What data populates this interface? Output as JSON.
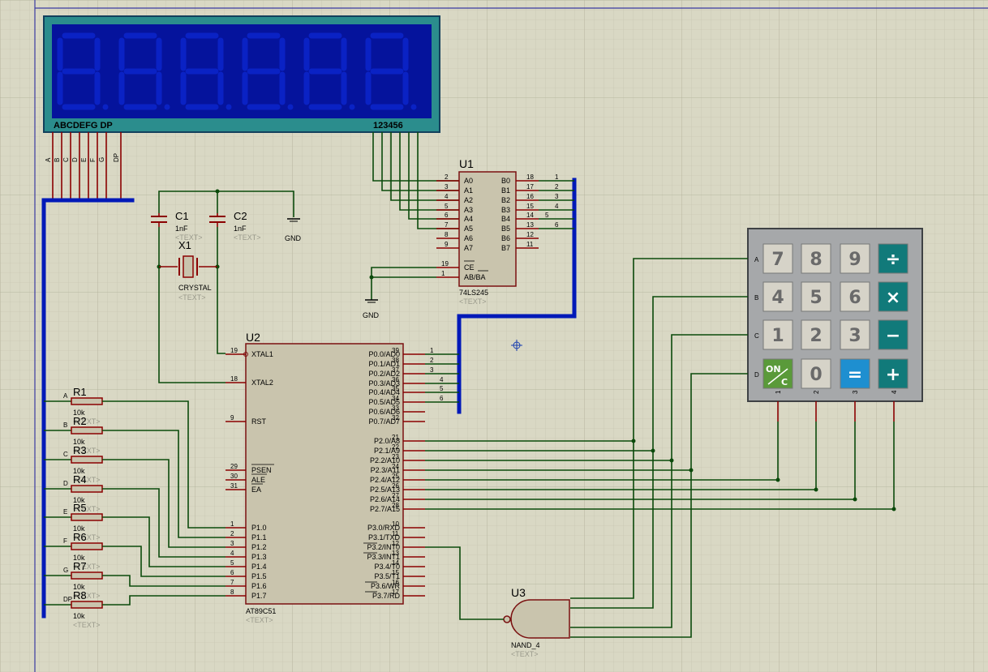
{
  "display": {
    "segment_label": "ABCDEFG DP",
    "digit_label": "123456",
    "pin_labels": [
      "A",
      "B",
      "C",
      "D",
      "E",
      "F",
      "G",
      "DP"
    ]
  },
  "u1": {
    "ref": "U1",
    "part": "74LS245",
    "text": "<TEXT>",
    "left_pins": [
      {
        "num": "2",
        "name": "A0"
      },
      {
        "num": "3",
        "name": "A1"
      },
      {
        "num": "4",
        "name": "A2"
      },
      {
        "num": "5",
        "name": "A3"
      },
      {
        "num": "6",
        "name": "A4"
      },
      {
        "num": "7",
        "name": "A5"
      },
      {
        "num": "8",
        "name": "A6"
      },
      {
        "num": "9",
        "name": "A7"
      }
    ],
    "right_pins": [
      {
        "num": "18",
        "name": "B0",
        "net": "1"
      },
      {
        "num": "17",
        "name": "B1",
        "net": "2"
      },
      {
        "num": "16",
        "name": "B2",
        "net": "3"
      },
      {
        "num": "15",
        "name": "B3",
        "net": "4"
      },
      {
        "num": "14",
        "name": "B4",
        "net": "5"
      },
      {
        "num": "13",
        "name": "B5",
        "net": "6"
      },
      {
        "num": "12",
        "name": "B6",
        "net": ""
      },
      {
        "num": "11",
        "name": "B7",
        "net": ""
      }
    ],
    "ctrl_pins": [
      {
        "num": "19",
        "name": "CE"
      },
      {
        "num": "1",
        "name": "AB/BA"
      }
    ]
  },
  "c1": {
    "ref": "C1",
    "value": "1nF",
    "text": "<TEXT>"
  },
  "c2": {
    "ref": "C2",
    "value": "1nF",
    "text": "<TEXT>"
  },
  "x1": {
    "ref": "X1",
    "value": "CRYSTAL",
    "text": "<TEXT>"
  },
  "gnd_label": "GND",
  "u2": {
    "ref": "U2",
    "part": "AT89C51",
    "text": "<TEXT>",
    "left_pins": [
      {
        "num": "19",
        "name": "XTAL1"
      },
      {
        "num": "18",
        "name": "XTAL2"
      },
      {
        "num": "9",
        "name": "RST"
      },
      {
        "num": "29",
        "name": "PSEN"
      },
      {
        "num": "30",
        "name": "ALE"
      },
      {
        "num": "31",
        "name": "EA"
      },
      {
        "num": "1",
        "name": "P1.0"
      },
      {
        "num": "2",
        "name": "P1.1"
      },
      {
        "num": "3",
        "name": "P1.2"
      },
      {
        "num": "4",
        "name": "P1.3"
      },
      {
        "num": "5",
        "name": "P1.4"
      },
      {
        "num": "6",
        "name": "P1.5"
      },
      {
        "num": "7",
        "name": "P1.6"
      },
      {
        "num": "8",
        "name": "P1.7"
      }
    ],
    "right_pins": [
      {
        "num": "39",
        "name": "P0.0/AD0",
        "net": "1"
      },
      {
        "num": "38",
        "name": "P0.1/AD1",
        "net": "2"
      },
      {
        "num": "37",
        "name": "P0.2/AD2",
        "net": "3"
      },
      {
        "num": "36",
        "name": "P0.3/AD3",
        "net": "4"
      },
      {
        "num": "35",
        "name": "P0.4/AD4",
        "net": "5"
      },
      {
        "num": "34",
        "name": "P0.5/AD5",
        "net": "6"
      },
      {
        "num": "33",
        "name": "P0.6/AD6",
        "net": ""
      },
      {
        "num": "32",
        "name": "P0.7/AD7",
        "net": ""
      },
      {
        "num": "21",
        "name": "P2.0/A8",
        "net": ""
      },
      {
        "num": "22",
        "name": "P2.1/A9",
        "net": ""
      },
      {
        "num": "23",
        "name": "P2.2/A10",
        "net": ""
      },
      {
        "num": "24",
        "name": "P2.3/A11",
        "net": ""
      },
      {
        "num": "25",
        "name": "P2.4/A12",
        "net": ""
      },
      {
        "num": "26",
        "name": "P2.5/A13",
        "net": ""
      },
      {
        "num": "27",
        "name": "P2.6/A14",
        "net": ""
      },
      {
        "num": "28",
        "name": "P2.7/A15",
        "net": ""
      },
      {
        "num": "10",
        "name": "P3.0/RXD",
        "net": ""
      },
      {
        "num": "11",
        "name": "P3.1/TXD",
        "net": ""
      },
      {
        "num": "12",
        "name": "P3.2/INT0",
        "net": ""
      },
      {
        "num": "13",
        "name": "P3.3/INT1",
        "net": ""
      },
      {
        "num": "14",
        "name": "P3.4/T0",
        "net": ""
      },
      {
        "num": "15",
        "name": "P3.5/T1",
        "net": ""
      },
      {
        "num": "16",
        "name": "P3.6/WR",
        "net": ""
      },
      {
        "num": "17",
        "name": "P3.7/RD",
        "net": ""
      }
    ]
  },
  "resistors": [
    {
      "ref": "R1",
      "value": "10k",
      "net": "A",
      "text": "<TEXT>"
    },
    {
      "ref": "R2",
      "value": "10k",
      "net": "B",
      "text": "<TEXT>"
    },
    {
      "ref": "R3",
      "value": "10k",
      "net": "C",
      "text": "<TEXT>"
    },
    {
      "ref": "R4",
      "value": "10k",
      "net": "D",
      "text": "<TEXT>"
    },
    {
      "ref": "R5",
      "value": "10k",
      "net": "E",
      "text": "<TEXT>"
    },
    {
      "ref": "R6",
      "value": "10k",
      "net": "F",
      "text": "<TEXT>"
    },
    {
      "ref": "R7",
      "value": "10k",
      "net": "G",
      "text": "<TEXT>"
    },
    {
      "ref": "R8",
      "value": "10k",
      "net": "DP",
      "text": "<TEXT>"
    }
  ],
  "keypad": {
    "rows": [
      "A",
      "B",
      "C",
      "D"
    ],
    "cols": [
      "1",
      "2",
      "3",
      "4"
    ],
    "keys": [
      [
        "7",
        "8",
        "9",
        "÷"
      ],
      [
        "4",
        "5",
        "6",
        "×"
      ],
      [
        "1",
        "2",
        "3",
        "−"
      ],
      [
        "ON/C",
        "0",
        "=",
        "+"
      ]
    ],
    "colors": {
      "digit": "#d6d3c8",
      "op": "#117a7a",
      "on": "#5a9a3a",
      "equals": "#1e8fd0"
    }
  },
  "u3": {
    "ref": "U3",
    "part": "NAND_4",
    "text": "<TEXT>"
  }
}
